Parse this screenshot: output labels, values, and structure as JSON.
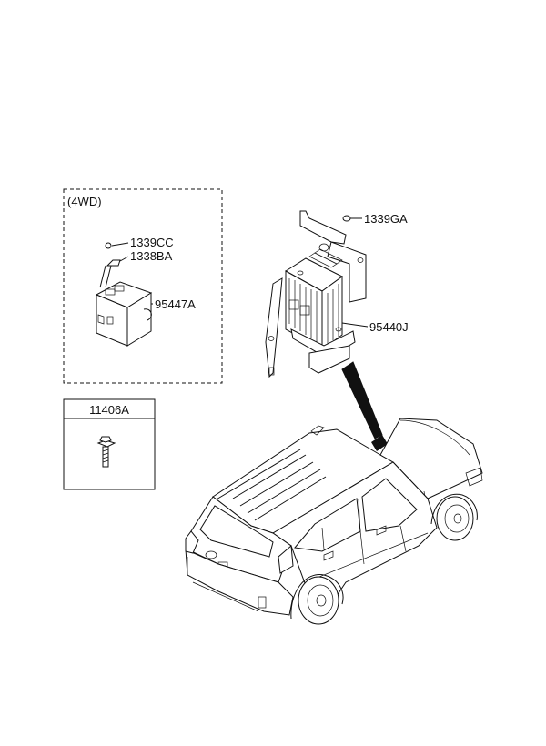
{
  "group_4wd": {
    "title": "(4WD)",
    "labels": [
      "1339CC",
      "1338BA",
      "95447A"
    ]
  },
  "bolt_box": {
    "part": "11406A"
  },
  "ecu_labels": [
    "1339GA",
    "95440J"
  ]
}
